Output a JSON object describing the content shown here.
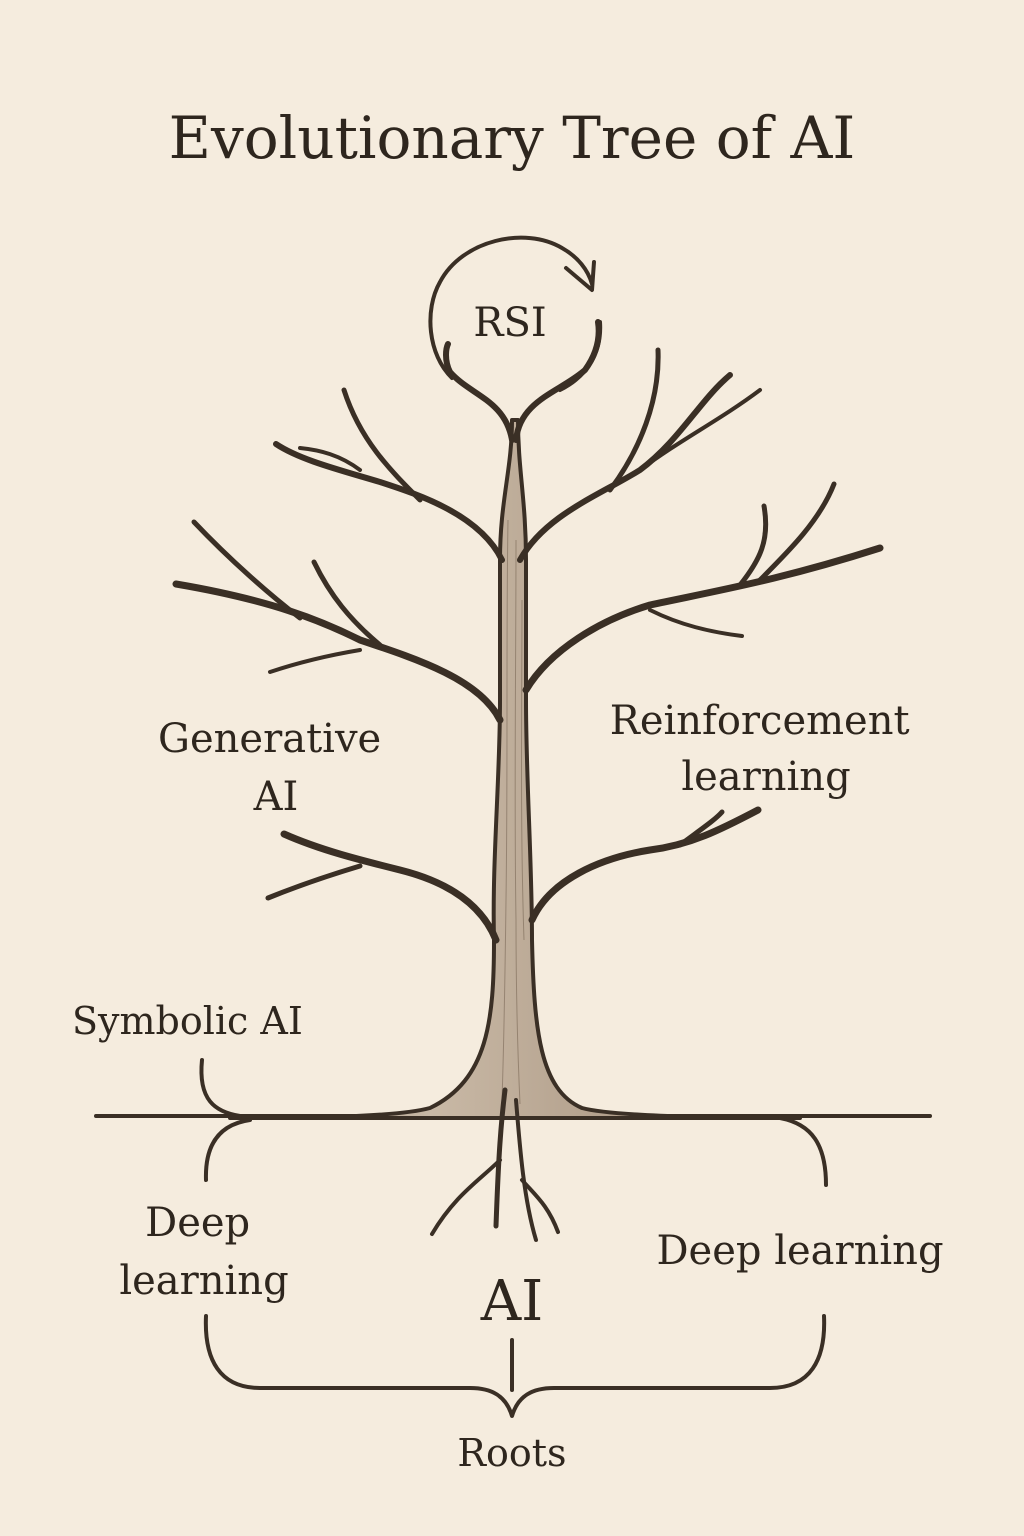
{
  "title": "Evolutionary Tree of AI",
  "labels": {
    "top": "RSI",
    "upper_left": [
      "Generative",
      "AI"
    ],
    "upper_right": [
      "Reinforcement",
      "learning"
    ],
    "ground_left": "Symbolic AI",
    "root_left": [
      "Deep",
      "learning"
    ],
    "root_right": "Deep learning",
    "root_center": "AI",
    "bottom": "Roots"
  },
  "colors": {
    "background": "#f5ecde",
    "ink": "#3a2f25",
    "trunk_fill": "#b6a593"
  }
}
